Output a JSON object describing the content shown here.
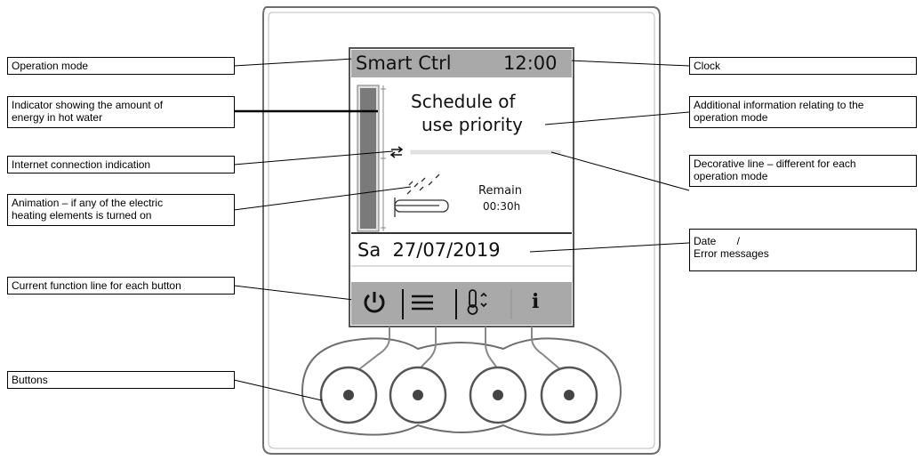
{
  "screen": {
    "mode": "Smart Ctrl",
    "clock": "12:00",
    "info_line1": "Schedule of",
    "info_line2": "use priority",
    "remain_label": "Remain",
    "remain_time": "00:30h",
    "date": "Sa  27/07/2019",
    "function_icons": [
      "power-icon",
      "menu-icon",
      "thermometer-icon",
      "info-icon"
    ],
    "info_glyph": "i"
  },
  "callouts": {
    "operation_mode": "Operation mode",
    "energy_indicator_1": "Indicator showing the amount of",
    "energy_indicator_2": "energy in hot water",
    "internet": "Internet connection indication",
    "animation_1": "Animation – if any of the electric",
    "animation_2": "heating elements is turned on",
    "function_line": "Current function line for each button",
    "buttons": "Buttons",
    "clock": "Clock",
    "additional_1": "Additional information relating to the",
    "additional_2": "operation mode",
    "decorative_1": "Decorative line – different for each",
    "decorative_2": "operation mode",
    "date_1": "Date       /",
    "date_2": "Error messages"
  }
}
